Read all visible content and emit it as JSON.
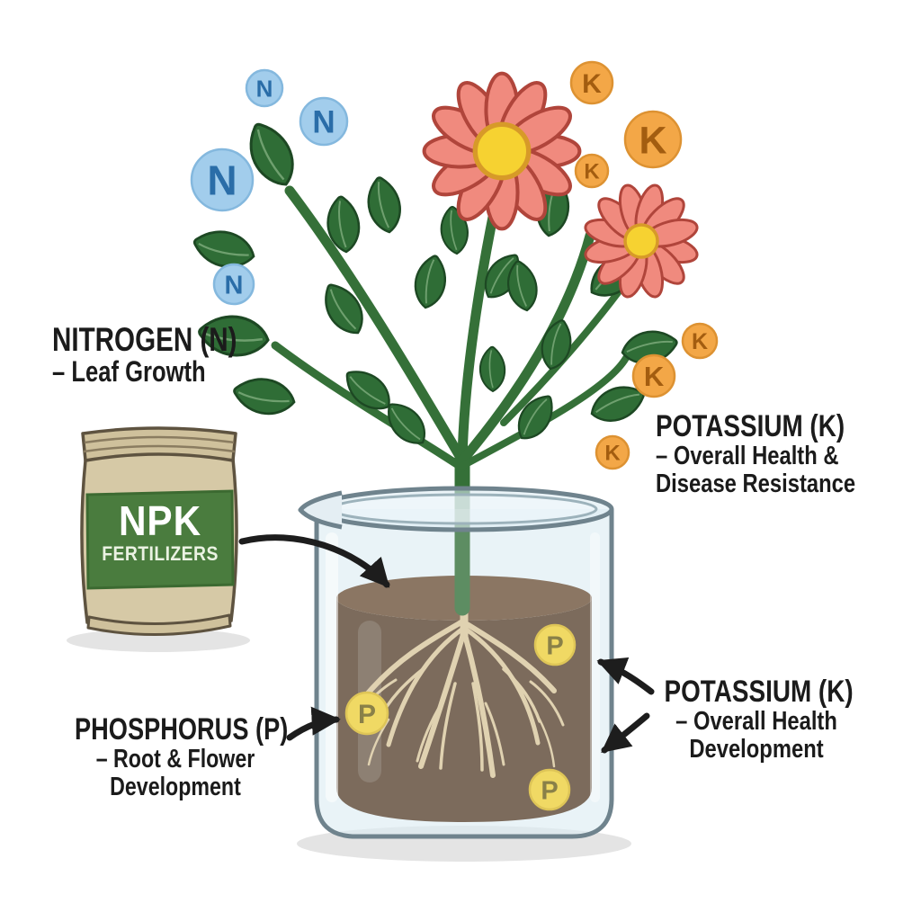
{
  "bag": {
    "name": "NPK",
    "subtitle": "FERTILIZERS"
  },
  "nutrients": {
    "n": "N",
    "p": "P",
    "k": "K"
  },
  "labels": {
    "nitrogen": {
      "title": "NITROGEN (N)",
      "line2": "– Leaf Growth"
    },
    "potassium_upper": {
      "title": "POTASSIUM (K)",
      "line2": "– Overall Health &",
      "line3": "Disease Resistance"
    },
    "phosphorus": {
      "title": "PHOSPHORUS (P)",
      "line2": "– Root & Flower",
      "line3": "Development"
    },
    "potassium_lower": {
      "title": "POTASSIUM (K)",
      "line2": "– Overall Health",
      "line3": "Development"
    }
  },
  "colors": {
    "nitrogen_bubble": "#a2cdec",
    "nitrogen_letter": "#2a6da8",
    "potassium_bubble": "#f3a747",
    "potassium_letter": "#a35d10",
    "phosphorus_bubble": "#f1d13a",
    "phosphorus_letter": "#6e5f17",
    "leaf": "#2f6d36",
    "stem": "#357038",
    "flower_petal": "#f08a7e",
    "flower_center": "#f6d231",
    "soil": "#5d4530",
    "root": "#ddc89d",
    "glass_line": "#6f838d",
    "bag_tan": "#d6c9a6",
    "bag_green": "#4a7c3e",
    "arrow": "#1d1d1d",
    "text": "#1b1b1b"
  }
}
